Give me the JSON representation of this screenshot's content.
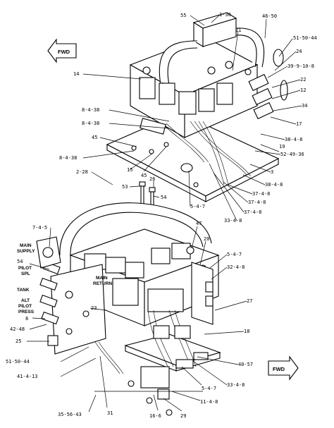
{
  "direction_markers": {
    "top": "FWD",
    "bottom": "FWD"
  },
  "captions": {
    "main_supply": [
      "MAIN",
      "SUPPLY"
    ],
    "pilot_spl": [
      "PILOT",
      "SPL"
    ],
    "tank": "TANK",
    "alt_pilot_press": [
      "ALT",
      "PILOT",
      "PRESS"
    ],
    "main_return": [
      "MAIN",
      "RETURN"
    ]
  },
  "callouts": [
    {
      "id": "c1",
      "text": "55"
    },
    {
      "id": "c2",
      "text": "1-30"
    },
    {
      "id": "c3",
      "text": "46-50"
    },
    {
      "id": "c4",
      "text": "21"
    },
    {
      "id": "c5",
      "text": "51-50-44"
    },
    {
      "id": "c6",
      "text": "24"
    },
    {
      "id": "c7",
      "text": "39-9-10-8"
    },
    {
      "id": "c8",
      "text": "22"
    },
    {
      "id": "c9",
      "text": "12"
    },
    {
      "id": "c10",
      "text": "14"
    },
    {
      "id": "c11",
      "text": "8-4-38"
    },
    {
      "id": "c12",
      "text": "8-4-38"
    },
    {
      "id": "c13",
      "text": "34"
    },
    {
      "id": "c14",
      "text": "17"
    },
    {
      "id": "c15",
      "text": "45"
    },
    {
      "id": "c16",
      "text": "38-4-8"
    },
    {
      "id": "c17",
      "text": "19"
    },
    {
      "id": "c18",
      "text": "8-4-38"
    },
    {
      "id": "c19",
      "text": "52-49-36"
    },
    {
      "id": "c20",
      "text": "15"
    },
    {
      "id": "c21",
      "text": "45"
    },
    {
      "id": "c22",
      "text": "2-28"
    },
    {
      "id": "c23",
      "text": "26"
    },
    {
      "id": "c24",
      "text": "3"
    },
    {
      "id": "c25",
      "text": "38-4-8"
    },
    {
      "id": "c26",
      "text": "53"
    },
    {
      "id": "c27",
      "text": "37-4-8"
    },
    {
      "id": "c28",
      "text": "54"
    },
    {
      "id": "c29",
      "text": "37-4-8"
    },
    {
      "id": "c30",
      "text": "5-4-7"
    },
    {
      "id": "c31",
      "text": "37-4-8"
    },
    {
      "id": "c32",
      "text": "33-4-8"
    },
    {
      "id": "c33",
      "text": "7-4-5"
    },
    {
      "id": "c34",
      "text": "47"
    },
    {
      "id": "c35",
      "text": "20"
    },
    {
      "id": "c36",
      "text": "5-4-7"
    },
    {
      "id": "c37",
      "text": "54"
    },
    {
      "id": "c38",
      "text": "32-4-8"
    },
    {
      "id": "c39",
      "text": "27"
    },
    {
      "id": "c40",
      "text": "8"
    },
    {
      "id": "c41",
      "text": "23"
    },
    {
      "id": "c42",
      "text": "42-48"
    },
    {
      "id": "c43",
      "text": "25"
    },
    {
      "id": "c44",
      "text": "18"
    },
    {
      "id": "c45",
      "text": "51-50-44"
    },
    {
      "id": "c46",
      "text": "40-57"
    },
    {
      "id": "c47",
      "text": "41-4-13"
    },
    {
      "id": "c48",
      "text": "5-4-7"
    },
    {
      "id": "c49",
      "text": "33-4-8"
    },
    {
      "id": "c50",
      "text": "11-4-8"
    },
    {
      "id": "c51",
      "text": "35-56-43"
    },
    {
      "id": "c52",
      "text": "31"
    },
    {
      "id": "c53",
      "text": "16-6"
    },
    {
      "id": "c54",
      "text": "29"
    }
  ]
}
